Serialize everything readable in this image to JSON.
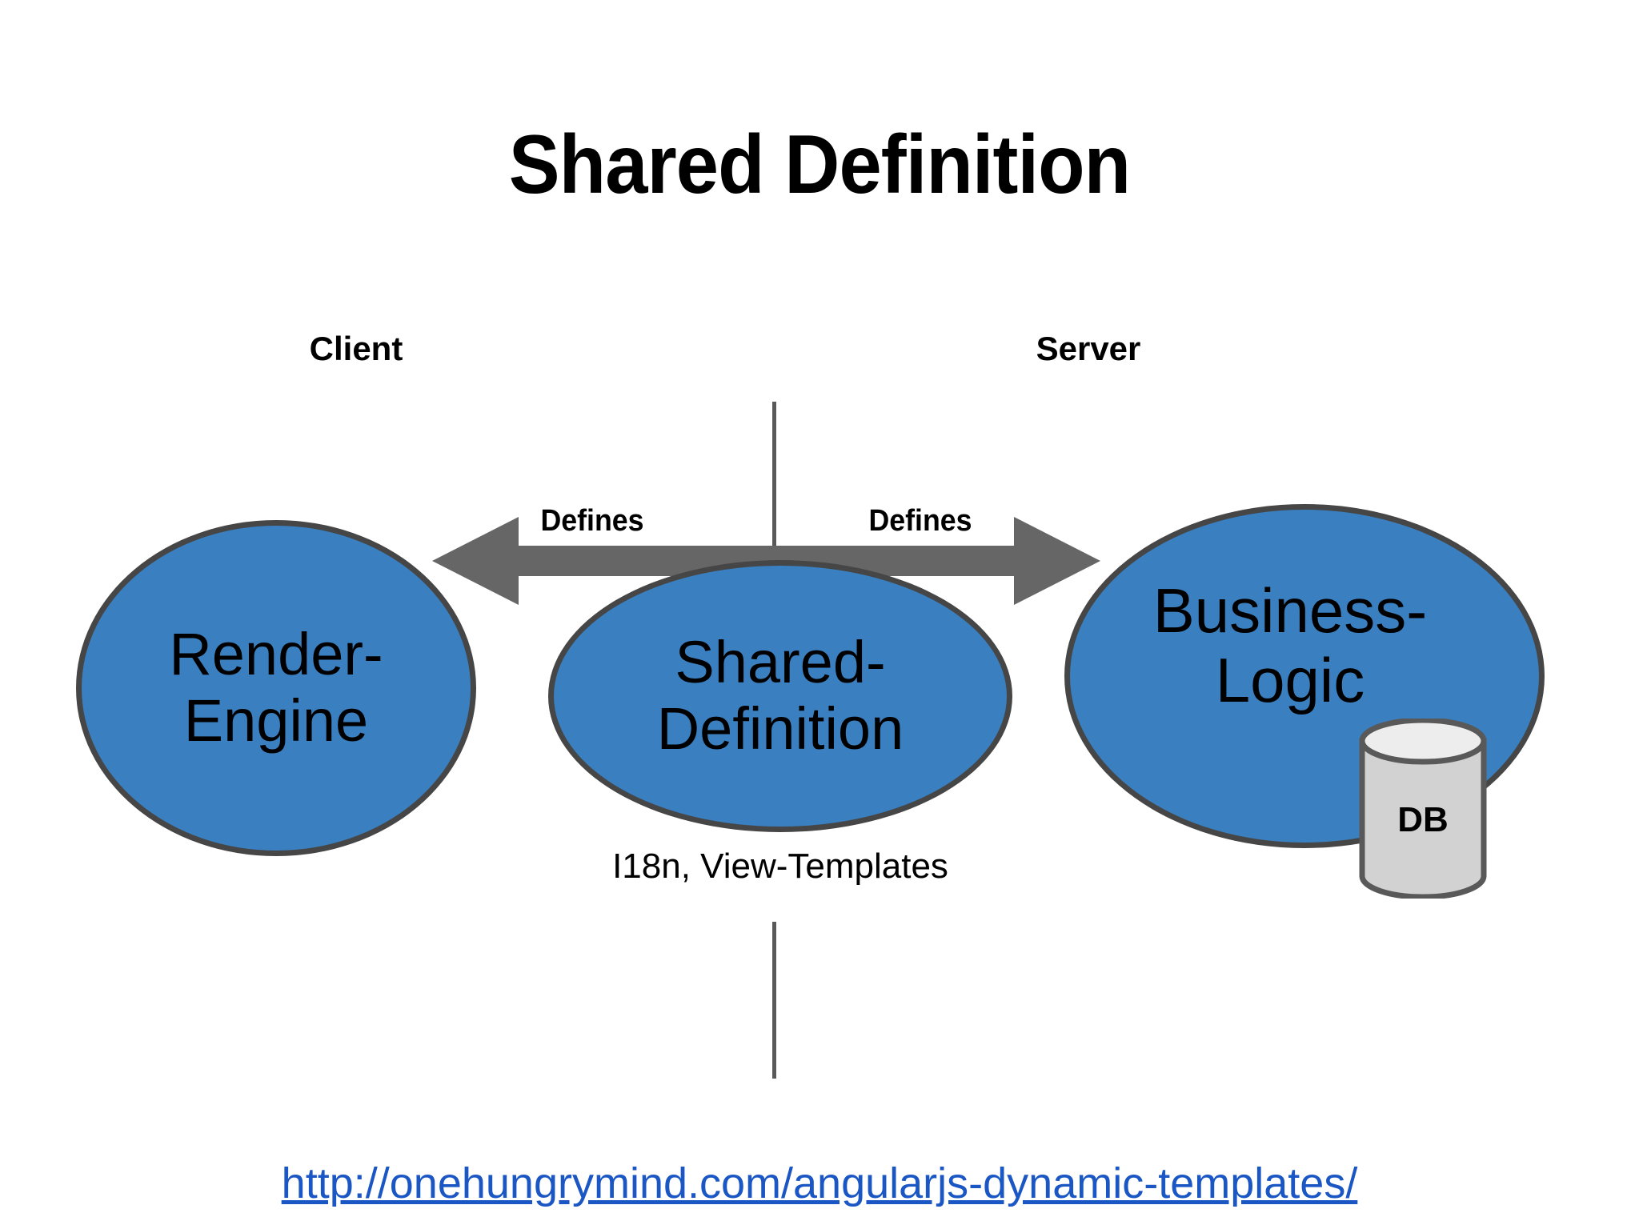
{
  "slide": {
    "title": "Shared Definition",
    "background_color": "#ffffff"
  },
  "zones": {
    "client_label": "Client",
    "server_label": "Server"
  },
  "arrow": {
    "left_label": "Defines",
    "right_label": "Defines",
    "color": "#666666",
    "style": "double-headed-horizontal"
  },
  "divider": {
    "color": "#595959",
    "style": "vertical-split-line"
  },
  "nodes": [
    {
      "id": "render-engine",
      "label": "Render-\nEngine",
      "shape": "ellipse",
      "fill": "#3a7fbf",
      "stroke": "#464646"
    },
    {
      "id": "shared-definition",
      "label": "Shared-\nDefinition",
      "shape": "ellipse",
      "fill": "#3a7fbf",
      "stroke": "#464646",
      "caption": "I18n, View-Templates"
    },
    {
      "id": "business-logic",
      "label": "Business-\nLogic",
      "shape": "ellipse",
      "fill": "#3a7fbf",
      "stroke": "#464646"
    }
  ],
  "database": {
    "label": "DB",
    "shape": "cylinder",
    "fill": "#d2d2d2",
    "top_fill": "#ededed",
    "stroke": "#595959"
  },
  "footer": {
    "link_text": "http://onehungrymind.com/angularjs-dynamic-templates/",
    "link_color": "#1a56c4"
  }
}
